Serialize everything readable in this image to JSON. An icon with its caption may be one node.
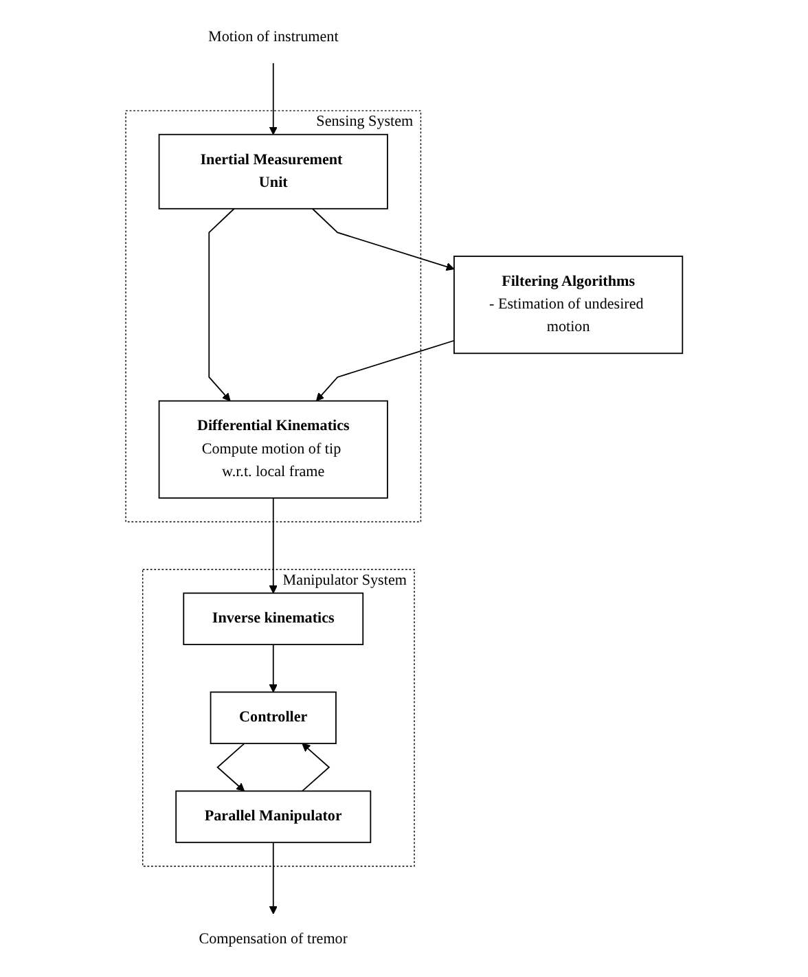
{
  "diagram": {
    "nodes": [
      {
        "text": [
          "Sensing System"
        ]
      },
      {
        "text": [
          "Motion of instrument"
        ]
      },
      {
        "text": [
          "Inertial Measurement Unit"
        ],
        "in": 0
      },
      {
        "text": [
          "Filtering Algorithms",
          "- Estimation of undesired motion"
        ]
      },
      {
        "text": [
          "Differential Kinematics",
          "Compute motion of tip w.r.t. local frame"
        ],
        "in": 0
      },
      {
        "text": [
          "Manipulator System"
        ]
      },
      {
        "text": [
          "Inverse kinematics"
        ],
        "in": 5
      },
      {
        "text": [
          "Controller"
        ],
        "in": 5
      },
      {
        "text": [
          "Compensation of tremor"
        ]
      },
      {
        "text": [
          "Parallel Manipulator"
        ],
        "in": 5
      }
    ],
    "edges": [
      {
        "from": 1,
        "to": 2,
        "arrow": "to"
      },
      {
        "from": 2,
        "to": 3,
        "arrow": "to"
      },
      {
        "from": 2,
        "to": 4,
        "arrow": "to"
      },
      {
        "from": 3,
        "to": 4,
        "arrow": "to"
      },
      {
        "from": 4,
        "to": 6,
        "arrow": "to"
      },
      {
        "from": 6,
        "to": 7,
        "arrow": "to"
      },
      {
        "from": 7,
        "to": 9,
        "arrow": "to"
      },
      {
        "from": 9,
        "to": 7,
        "arrow": "to"
      },
      {
        "from": 9,
        "to": 8,
        "arrow": "to"
      }
    ]
  }
}
